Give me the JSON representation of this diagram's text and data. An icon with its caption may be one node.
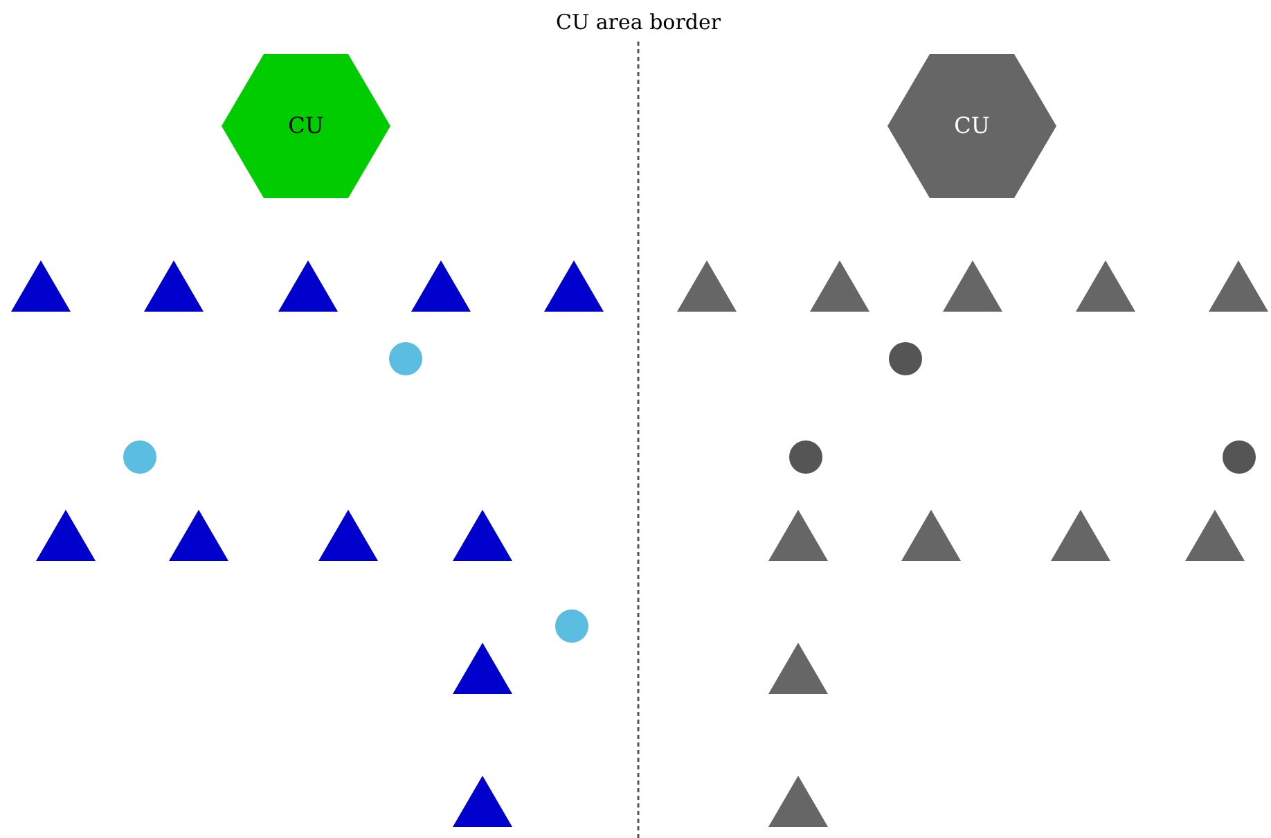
{
  "diagram": {
    "nodes": [
      {
        "text": [
          "CU"
        ]
      },
      {
        "text": [
          "CU"
        ]
      },
      {
        "text": [],
        "shape": "triangle"
      },
      {
        "text": [],
        "shape": "triangle"
      },
      {
        "text": [],
        "shape": "triangle"
      },
      {
        "text": [],
        "shape": "triangle"
      },
      {
        "text": [],
        "shape": "triangle"
      },
      {
        "text": [],
        "shape": "triangle"
      },
      {
        "text": [],
        "shape": "triangle"
      },
      {
        "text": [],
        "shape": "triangle"
      },
      {
        "text": [],
        "shape": "triangle"
      },
      {
        "text": [],
        "shape": "triangle"
      },
      {
        "text": [],
        "shape": "circle"
      },
      {
        "text": [],
        "shape": "circle"
      },
      {
        "text": [],
        "shape": "circle"
      },
      {
        "text": [],
        "shape": "circle"
      },
      {
        "text": [],
        "shape": "circle"
      },
      {
        "text": [],
        "shape": "triangle"
      },
      {
        "text": [],
        "shape": "triangle"
      },
      {
        "text": [],
        "shape": "triangle"
      },
      {
        "text": [],
        "shape": "triangle"
      },
      {
        "text": [],
        "shape": "triangle"
      },
      {
        "text": [],
        "shape": "triangle"
      },
      {
        "text": [],
        "shape": "triangle"
      },
      {
        "text": [],
        "shape": "triangle"
      },
      {
        "text": [],
        "shape": "circle"
      },
      {
        "text": [],
        "shape": "triangle"
      },
      {
        "text": [],
        "shape": "triangle"
      },
      {
        "text": [],
        "shape": "triangle"
      },
      {
        "text": [],
        "shape": "triangle"
      }
    ],
    "labels": [
      "CU area border"
    ]
  }
}
